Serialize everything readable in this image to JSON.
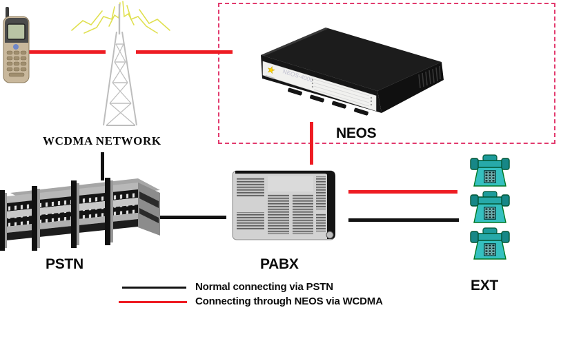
{
  "labels": {
    "wcdma_network": "WCDMA NETWORK",
    "neos": "NEOS",
    "pstn": "PSTN",
    "pabx": "PABX",
    "ext": "EXT"
  },
  "neos_device": {
    "panel_text": "NEOS-4000"
  },
  "legend": {
    "items": [
      {
        "label": "Normal connecting via PSTN",
        "line_color": "#121212"
      },
      {
        "label": "Connecting through NEOS via WCDMA",
        "line_color": "#ee1c23"
      }
    ]
  },
  "colors": {
    "red_connection": "#ee1c23",
    "black_connection": "#121212",
    "dashed_border": "#e23a6e",
    "phone_body_teal": "#35c0c0",
    "spark_yellow": "#e4e455"
  }
}
